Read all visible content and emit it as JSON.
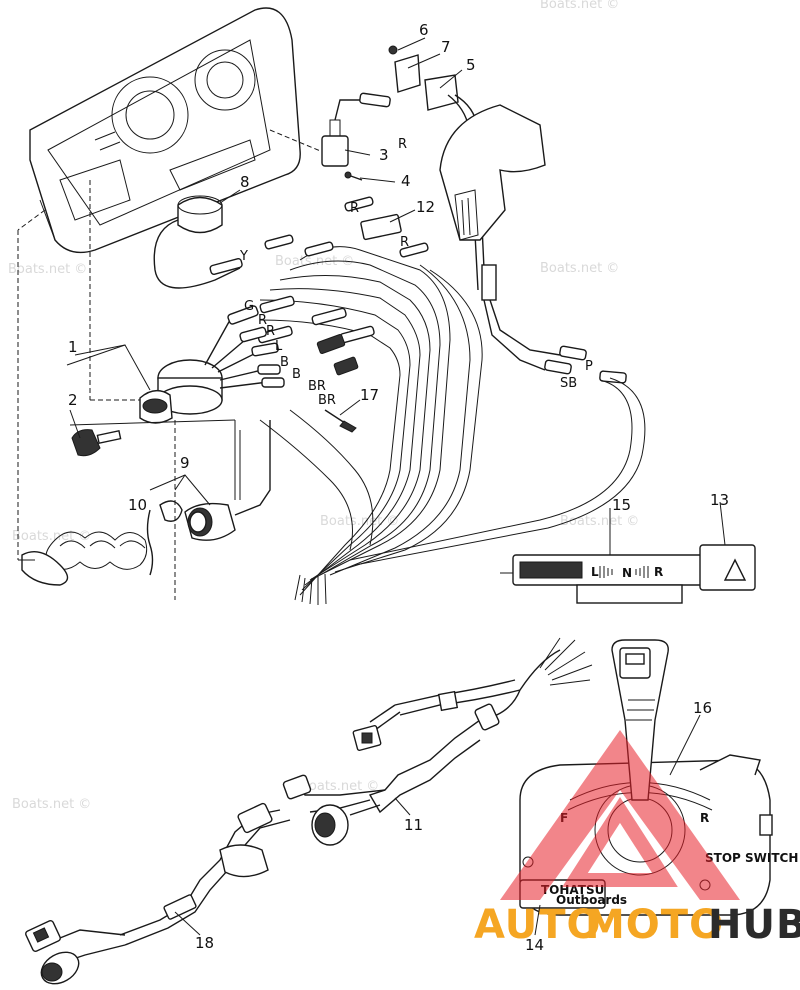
{
  "part_labels": [
    {
      "id": "1",
      "text": "1"
    },
    {
      "id": "2",
      "text": "2"
    },
    {
      "id": "3",
      "text": "3"
    },
    {
      "id": "4",
      "text": "4"
    },
    {
      "id": "5",
      "text": "5"
    },
    {
      "id": "6",
      "text": "6"
    },
    {
      "id": "7",
      "text": "7"
    },
    {
      "id": "8",
      "text": "8"
    },
    {
      "id": "9",
      "text": "9"
    },
    {
      "id": "10",
      "text": "10"
    },
    {
      "id": "11",
      "text": "11"
    },
    {
      "id": "12",
      "text": "12"
    },
    {
      "id": "13",
      "text": "13"
    },
    {
      "id": "14",
      "text": "14"
    },
    {
      "id": "15",
      "text": "15"
    },
    {
      "id": "16",
      "text": "16"
    },
    {
      "id": "17",
      "text": "17"
    },
    {
      "id": "18",
      "text": "18"
    }
  ],
  "wire_labels": {
    "r1": "R",
    "r2": "R",
    "r3": "R",
    "r4": "R",
    "r5": "R",
    "y": "Y",
    "g": "G",
    "l": "L",
    "b1": "B",
    "b2": "B",
    "br1": "BR",
    "br2": "BR",
    "p": "P",
    "sb": "SB"
  },
  "indicator": {
    "left": "L",
    "neutral": "N",
    "right": "R"
  },
  "control_box": {
    "forward": "F",
    "reverse": "R",
    "brand": "TOHATSU",
    "brand_sub": "Outboards",
    "stop_switch": "STOP SWITCH"
  },
  "watermark": {
    "text": "Boats.net ©"
  },
  "brand_logo": {
    "accent": "AUTO",
    "mid": "MOTO",
    "main": "HUB",
    "accent_color": "#f5a623",
    "main_color": "#2b2b2b",
    "triangle_color": "#e8212a"
  }
}
